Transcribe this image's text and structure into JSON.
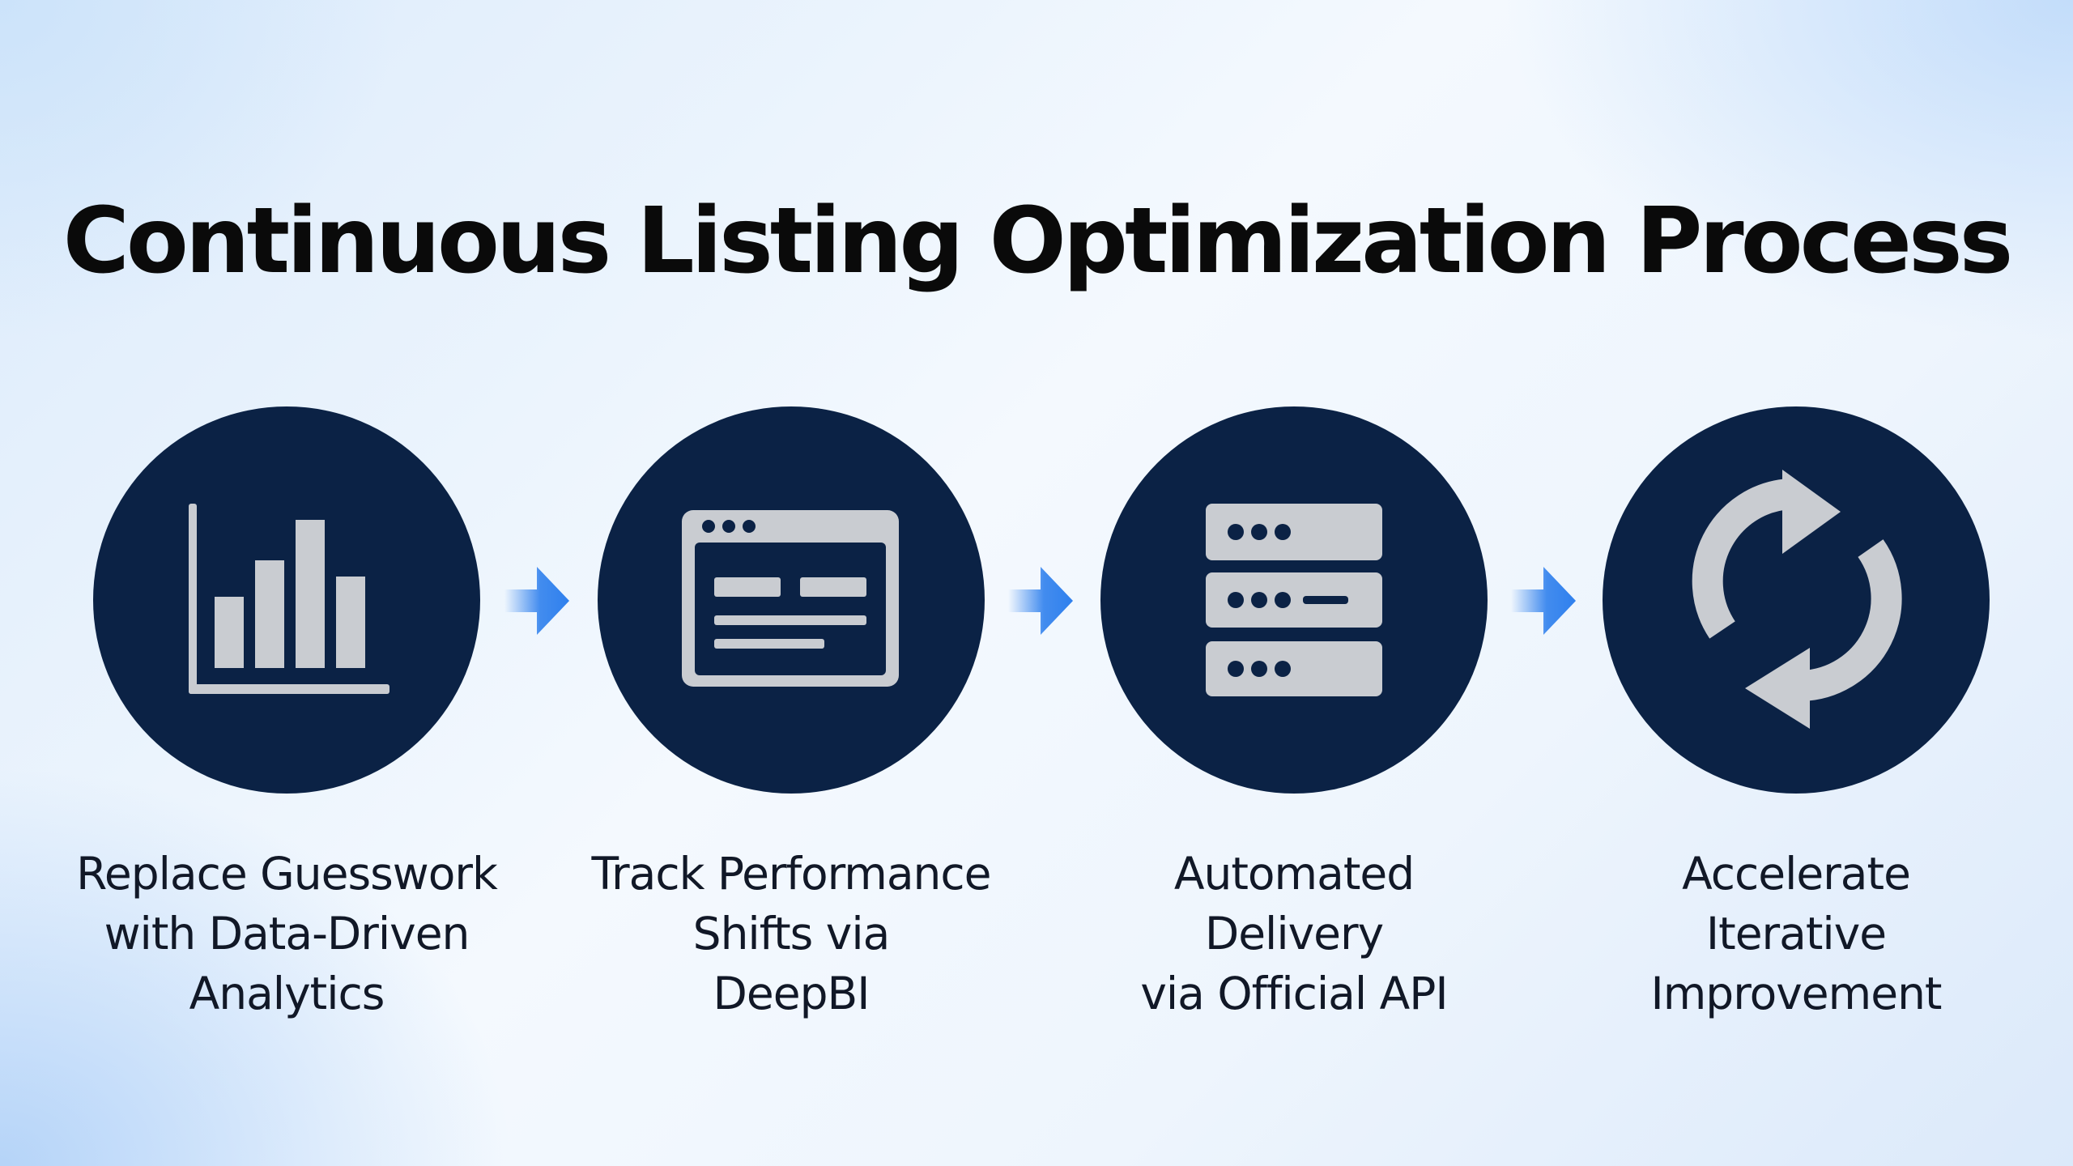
{
  "title": "Continuous Listing Optimization Process",
  "colors": {
    "circle": "#0b2245",
    "icon": "#c9ccd1",
    "arrow": "#2f80ed",
    "text": "#111827"
  },
  "steps": [
    {
      "icon": "bar-chart-icon",
      "label": "Replace Guesswork\nwith Data-Driven\nAnalytics"
    },
    {
      "icon": "browser-window-icon",
      "label": "Track Performance\nShifts via\nDeepBI"
    },
    {
      "icon": "server-stack-icon",
      "label": "Automated\nDelivery\nvia Official API"
    },
    {
      "icon": "refresh-cycle-icon",
      "label": "Accelerate\nIterative\nImprovement"
    }
  ]
}
